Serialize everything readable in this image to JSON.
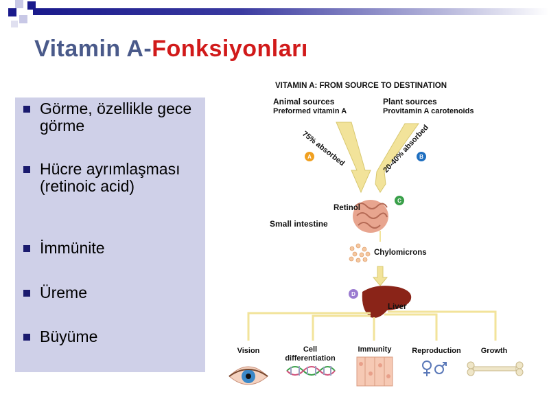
{
  "slide": {
    "title_part1": "Vitamin A-",
    "title_part2": "Fonksiyonları",
    "bullets": [
      "Görme, özellikle gece görme",
      "Hücre ayrımlaşması (retinoic acid)",
      "İmmünite",
      "Üreme",
      "Büyüme"
    ]
  },
  "figure": {
    "heading": "VITAMIN A: FROM SOURCE TO DESTINATION",
    "animal_title": "Animal sources",
    "animal_sub": "Preformed vitamin A",
    "plant_title": "Plant sources",
    "plant_sub": "Provitamin A carotenoids",
    "absorb_animal": "75% absorbed",
    "absorb_plant": "20-40% absorbed",
    "badge_a": "A",
    "badge_b": "B",
    "badge_c": "C",
    "badge_d": "D",
    "retinol": "Retinol",
    "small_intestine": "Small intestine",
    "chylomicrons": "Chylomicrons",
    "liver": "Liver",
    "outcomes": [
      "Vision",
      "Cell differentiation",
      "Immunity",
      "Reproduction",
      "Growth"
    ],
    "outcome_line1": [
      "Vision",
      "Cell",
      "Immunity",
      "Reproduction",
      "Growth"
    ],
    "outcome_line2": [
      "",
      "differentiation",
      "",
      "",
      ""
    ],
    "colors": {
      "badge_orange": "#f0a020",
      "badge_blue": "#1f6fc0",
      "badge_green": "#3aa04a",
      "badge_purple": "#9a7ad0",
      "arrow": "#f2e39a",
      "liver": "#8a2418"
    }
  }
}
